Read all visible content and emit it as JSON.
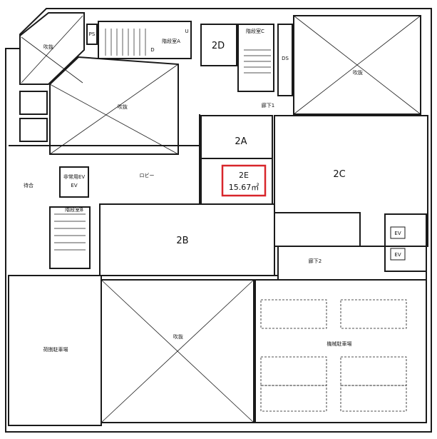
{
  "rooms": {
    "r2a": "2A",
    "r2b": "2B",
    "r2c": "2C",
    "r2d": "2D",
    "r2e": "2E",
    "r2e_area": "15.67㎡"
  },
  "labels": {
    "void": "吹抜",
    "lobby": "ロビー",
    "stair_a": "階段室A",
    "stair_b": "階段室B",
    "stair_c": "階段室C",
    "corridor1": "廊下1",
    "corridor2": "廊下2",
    "waiting": "待合",
    "service_ev": "非常用EV",
    "ev": "EV",
    "parking_left": "荷捌駐車場",
    "parking_right": "機械駐車場",
    "ps": "PS",
    "ds": "DS",
    "up": "U",
    "down": "D"
  },
  "colors": {
    "line": "#1a1a1a",
    "highlight": "#d8262b",
    "background": "#ffffff"
  }
}
